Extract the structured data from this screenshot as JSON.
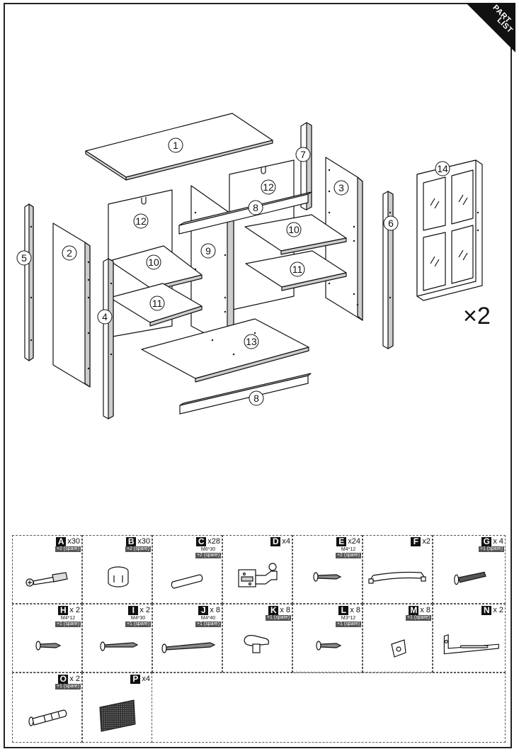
{
  "corner_tab": {
    "line1": "PART",
    "line2": "LIST"
  },
  "diagram": {
    "multiplier": "×2",
    "callouts": [
      "1",
      "2",
      "3",
      "4",
      "5",
      "6",
      "7",
      "8",
      "9",
      "10",
      "11",
      "12",
      "13",
      "14"
    ]
  },
  "hardware": [
    {
      "letter": "A",
      "qty": "x30",
      "spec": "",
      "spare": "+2 (spare)"
    },
    {
      "letter": "B",
      "qty": "x30",
      "spec": "",
      "spare": "+2 (spare)"
    },
    {
      "letter": "C",
      "qty": "x28",
      "spec": "M6*30",
      "spare": "+2 (spare)"
    },
    {
      "letter": "D",
      "qty": "x4",
      "spec": "",
      "spare": ""
    },
    {
      "letter": "E",
      "qty": "x24",
      "spec": "M4*12",
      "spare": "+2 (spare)"
    },
    {
      "letter": "F",
      "qty": "x2",
      "spec": "",
      "spare": ""
    },
    {
      "letter": "G",
      "qty": "x 4",
      "spec": "",
      "spare": "+1 (spare)"
    },
    {
      "letter": "H",
      "qty": "x 2",
      "spec": "M4*12",
      "spare": "+1 (spare)"
    },
    {
      "letter": "I",
      "qty": "x 2",
      "spec": "M4*30",
      "spare": "+1 (spare)"
    },
    {
      "letter": "J",
      "qty": "x 8",
      "spec": "M4*40",
      "spare": "+1 (spare)"
    },
    {
      "letter": "K",
      "qty": "x 8",
      "spec": "",
      "spare": "+1 (spare)"
    },
    {
      "letter": "L",
      "qty": "x 8",
      "spec": "M3*12",
      "spare": "+1 (spare)"
    },
    {
      "letter": "M",
      "qty": "x 8",
      "spec": "",
      "spare": "+1 (spare)"
    },
    {
      "letter": "N",
      "qty": "x 2",
      "spec": "",
      "spare": ""
    },
    {
      "letter": "O",
      "qty": "x 2",
      "spec": "",
      "spare": "+1 (spare)"
    },
    {
      "letter": "P",
      "qty": "x4",
      "spec": "",
      "spare": ""
    }
  ]
}
